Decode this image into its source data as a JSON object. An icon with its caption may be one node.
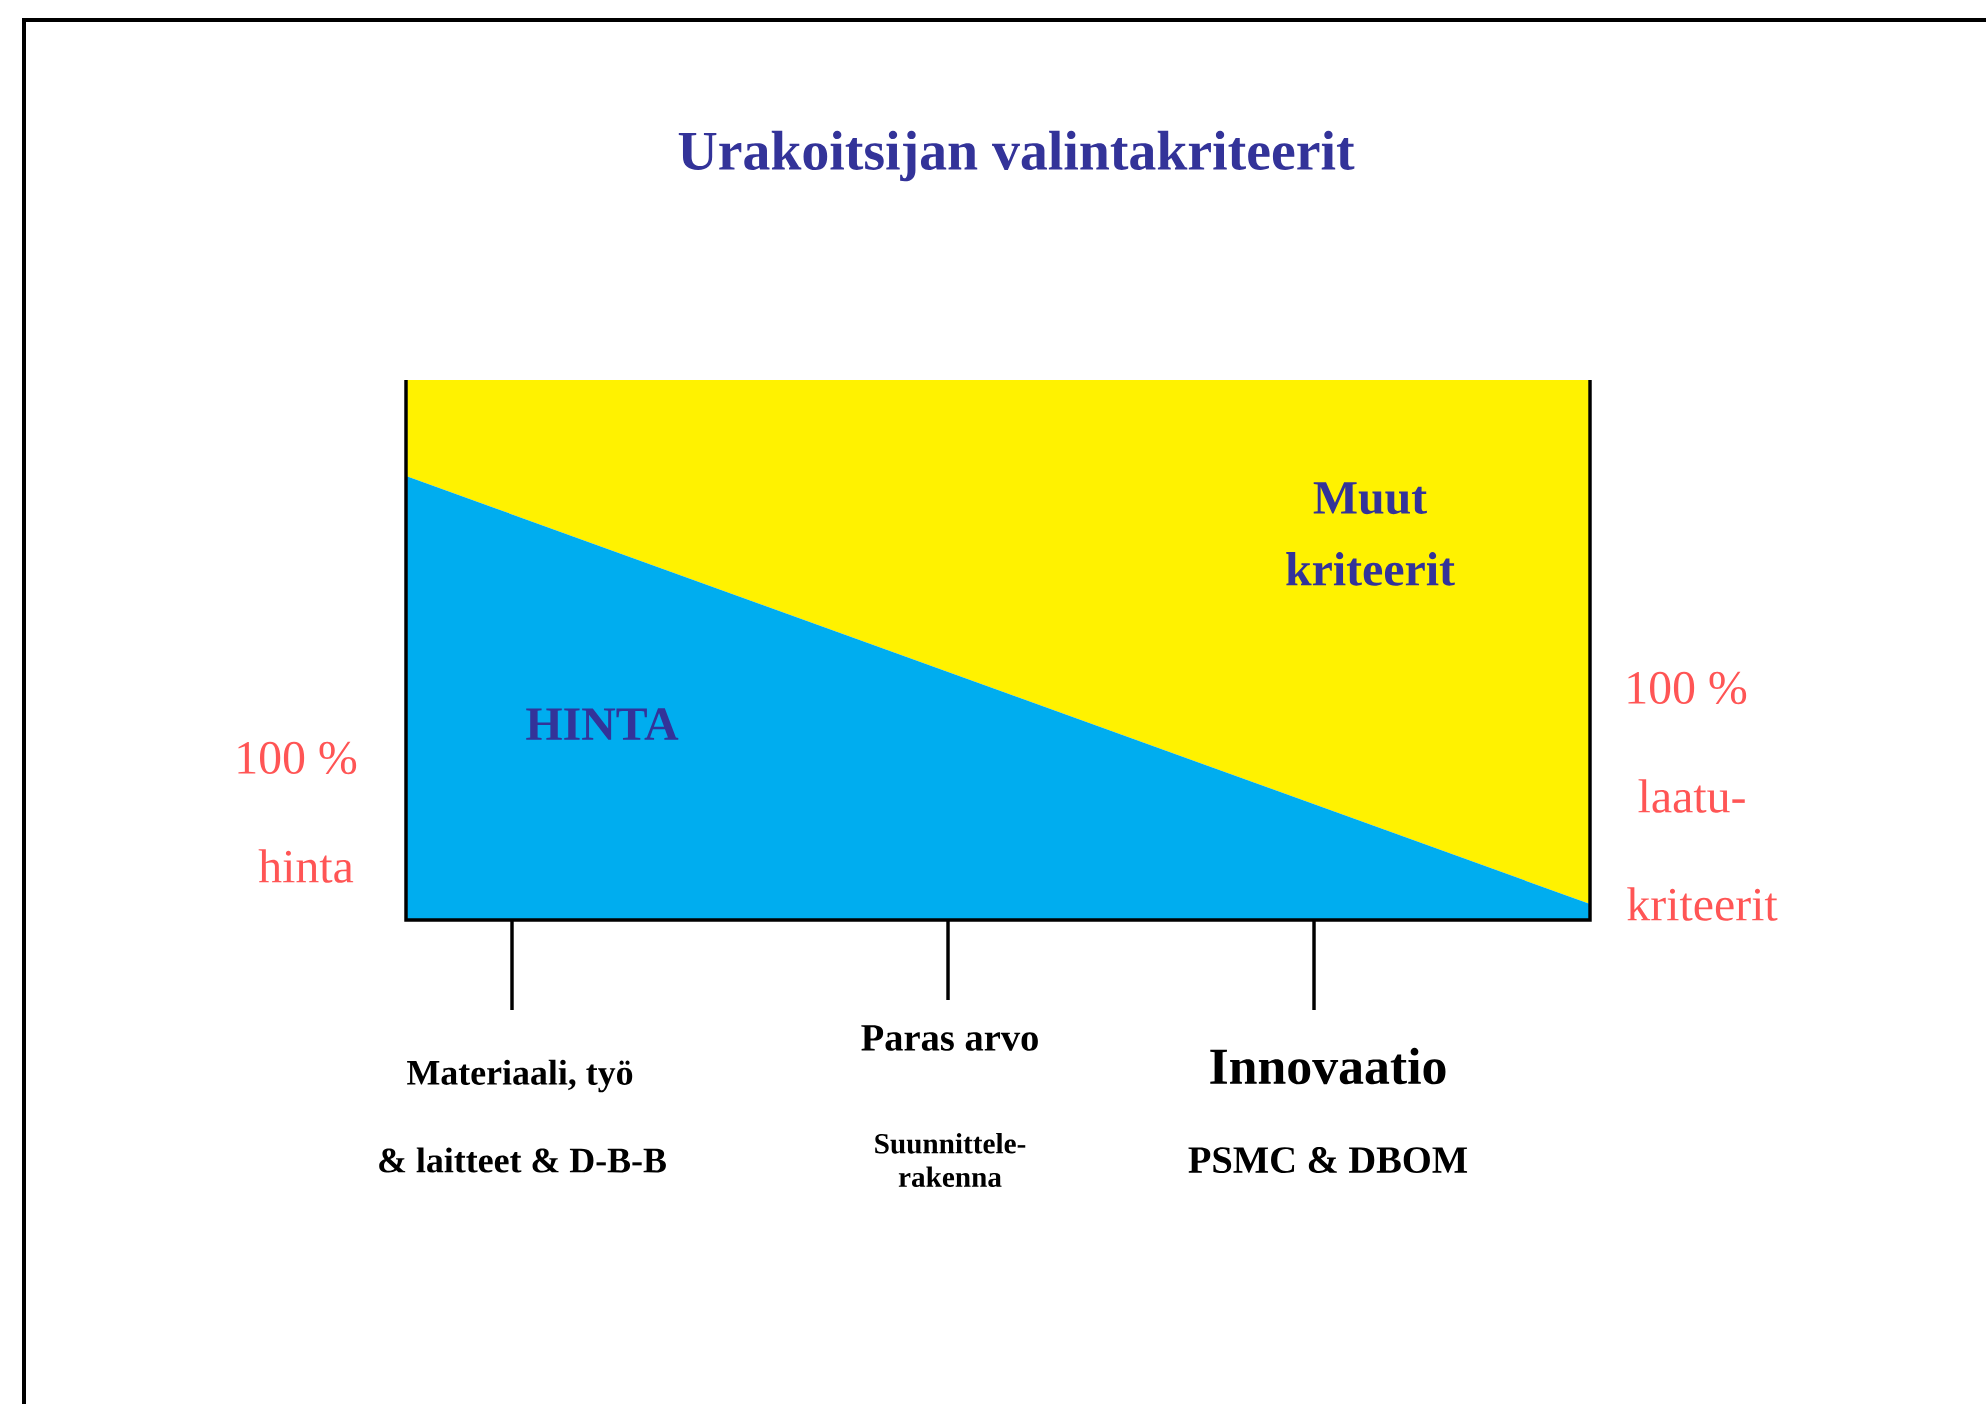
{
  "diagram": {
    "title": "Urakoitsijan valintakriteerit",
    "nodes": [
      {
        "text": [
          "Muut kriteerit"
        ]
      },
      {
        "text": [
          "HINTA"
        ]
      }
    ],
    "labels": [
      "100 %",
      "hinta",
      "100 %",
      "laatu-",
      "kriteerit",
      "Materiaali, työ",
      "& laitteet & D-B-B",
      "Paras arvo",
      "Suunnittele- rakenna",
      "Innovaatio",
      "PSMC & DBOM"
    ]
  }
}
